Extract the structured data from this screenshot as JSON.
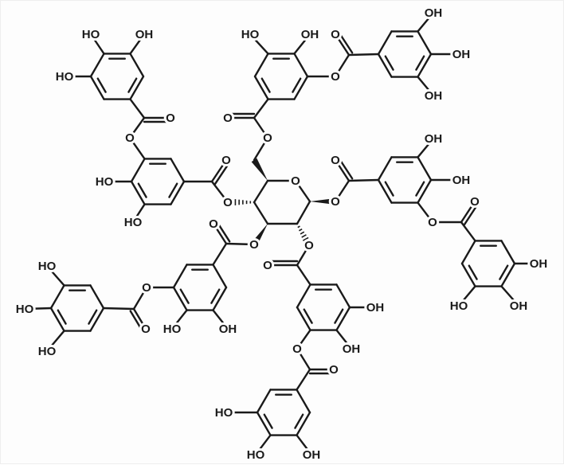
{
  "molecule_structure": {
    "line_color": "#1a1a1a",
    "background": "#fdfdfd",
    "labels": [
      "HO",
      "OH",
      "HO",
      "O",
      "O",
      "HO",
      "HO",
      "O",
      "O",
      "O",
      "O",
      "O",
      "HO",
      "OH",
      "O",
      "O",
      "OH",
      "OH",
      "OH",
      "O",
      "O",
      "OH",
      "OH",
      "O",
      "O",
      "OH",
      "OH",
      "HO",
      "O",
      "O",
      "OH",
      "OH",
      "O",
      "O",
      "HO",
      "HO",
      "OH",
      "O",
      "O",
      "O",
      "HO",
      "OH",
      "O",
      "HO",
      "HO",
      "HO"
    ]
  }
}
